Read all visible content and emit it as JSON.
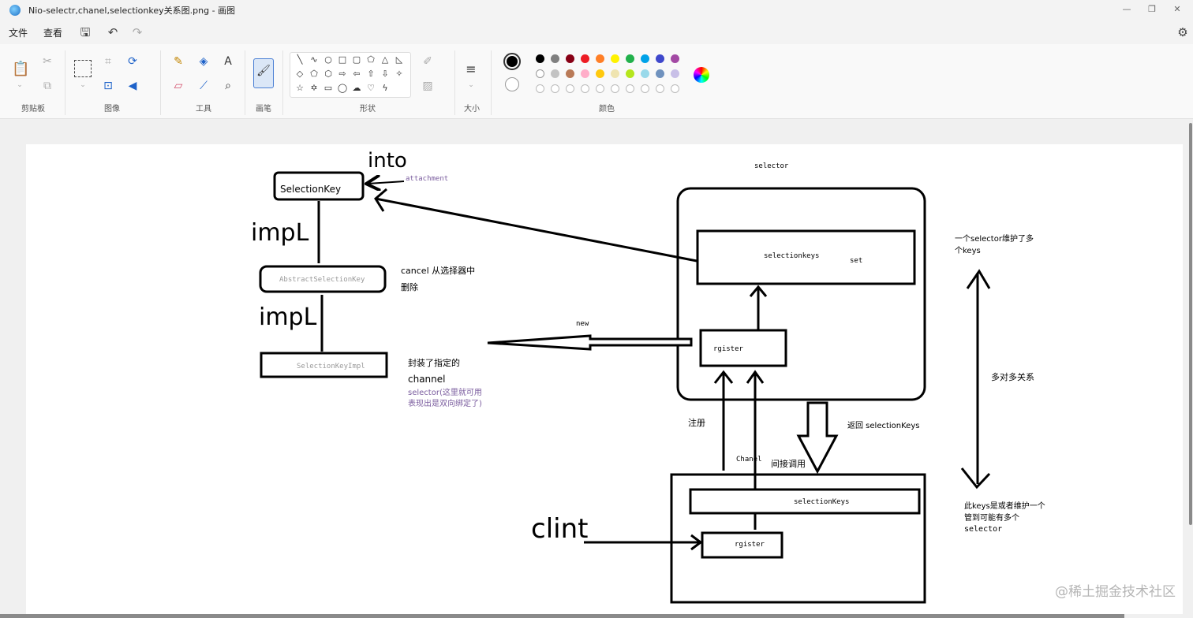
{
  "window": {
    "title": "Nio-selectr,chanel,selectionkey关系图.png - 画图"
  },
  "menu": {
    "file": "文件",
    "view": "查看"
  },
  "ribbon": {
    "groups": {
      "clipboard": "剪贴板",
      "image": "图像",
      "tools": "工具",
      "brushes": "画笔",
      "shapes": "形状",
      "size": "大小",
      "colors": "颜色"
    },
    "palette_row1": [
      "#000000",
      "#7f7f7f",
      "#880015",
      "#ed1c24",
      "#ff7f27",
      "#fff200",
      "#22b14c",
      "#00a2e8",
      "#3f48cc",
      "#a349a4"
    ],
    "palette_row2": [
      "#ffffff",
      "#c3c3c3",
      "#b97a57",
      "#ffaec9",
      "#ffc90e",
      "#efe4b0",
      "#b5e61d",
      "#99d9ea",
      "#7092be",
      "#c8bfe7"
    ],
    "primary_color": "#000000",
    "secondary_color": "#ffffff"
  },
  "diagram": {
    "handwritten_into": "into",
    "selection_key": "SelectionKey",
    "attachment": "attachment",
    "handwritten_impl_1": "impL",
    "abstract_selection_key": "AbstractSelectionKey",
    "cancel_line1": "cancel  从选择器中",
    "cancel_line2": "删除",
    "handwritten_impl_2": "impL",
    "selection_key_impl": "SelectionKeyImpl",
    "encapsulate_line1": "封装了指定的",
    "encapsulate_line2": "channel",
    "selector_note_line1": "selector(这里就可用",
    "selector_note_line2": "表现出是双向绑定了)",
    "new_label": "new",
    "selector_title": "selector",
    "selectionkeys": "selectionkeys",
    "set_label": "set",
    "rgister_top": "rgister",
    "register_label": "注册",
    "chanel_label": "Chanel",
    "return_label": "返回  selectionKeys",
    "indirect_label": "间接调用",
    "selectionKeys_bottom": "selectionKeys",
    "rgister_bottom": "rgister",
    "handwritten_clint": "clint",
    "right_note_top_1": "一个selector维护了多",
    "right_note_top_2": "个keys",
    "many_to_many": "多对多关系",
    "right_note_bottom_1": "此keys是或者维护一个",
    "right_note_bottom_2": "管到可能有多个",
    "right_note_bottom_3": "selector"
  },
  "watermark": "@稀土掘金技术社区"
}
